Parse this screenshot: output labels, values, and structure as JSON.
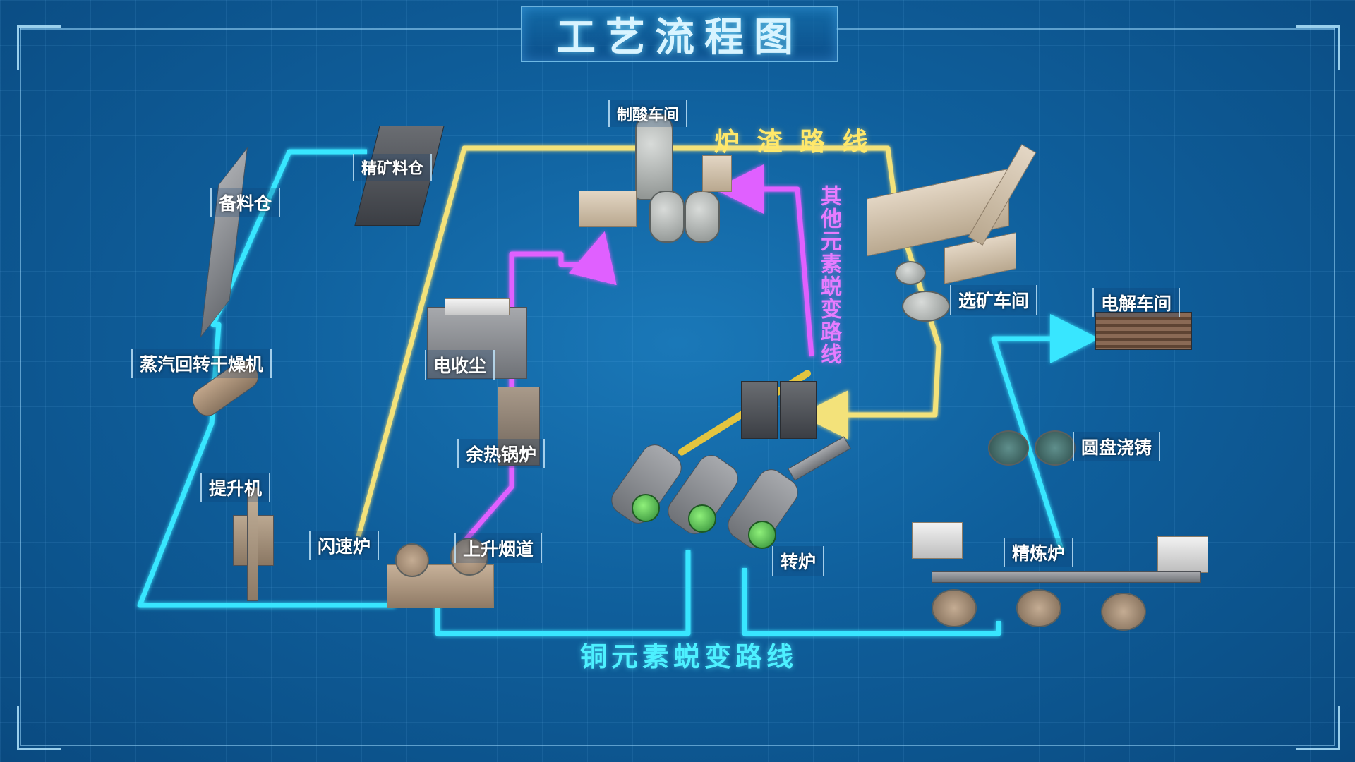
{
  "title": "工艺流程图",
  "routes": {
    "slag": "炉 渣 路 线",
    "copper": "铜元素蜕变路线",
    "other": "其他元素蜕变路线"
  },
  "labels": {
    "acid_workshop": "制酸车间",
    "concentrate_bin": "精矿料仓",
    "feed_bin": "备料仓",
    "steam_dryer": "蒸汽回转干燥机",
    "elevator": "提升机",
    "flash_furnace": "闪速炉",
    "uptake": "上升烟道",
    "esp": "电收尘",
    "waste_heat_boiler": "余热锅炉",
    "converter": "转炉",
    "beneficiation": "选矿车间",
    "electrolysis": "电解车间",
    "disc_casting": "圆盘浇铸",
    "refining_furnace": "精炼炉"
  },
  "colors": {
    "cyan_route": "#39e6ff",
    "yellow_route": "#f3e27a",
    "magenta_route": "#e060ff",
    "background": "#0f5f9c"
  }
}
